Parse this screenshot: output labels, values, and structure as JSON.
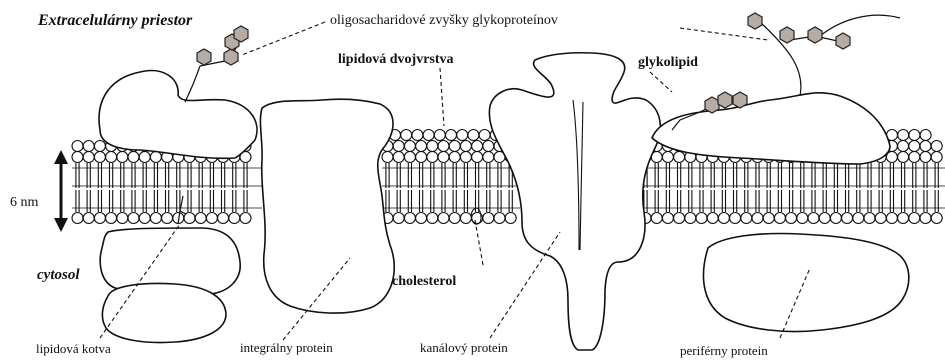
{
  "labels": {
    "extracellular": "Extracelulárny priestor",
    "oligosaccharides": "oligosacharidové zvyšky glykoproteínov",
    "lipid_bilayer": "lipidová dvojvrstva",
    "glycolipid": "glykolipid",
    "thickness": "6 nm",
    "cytosol": "cytosol",
    "cholesterol": "cholesterol",
    "lipid_anchor": "lipidová kotva",
    "integral_protein": "integrálny protein",
    "channel_protein": "kanálový protein",
    "peripheral_protein": "periférny protein"
  },
  "colors": {
    "sugar_fill": "#b7aca4",
    "line": "#111111",
    "background": "#ffffff"
  }
}
